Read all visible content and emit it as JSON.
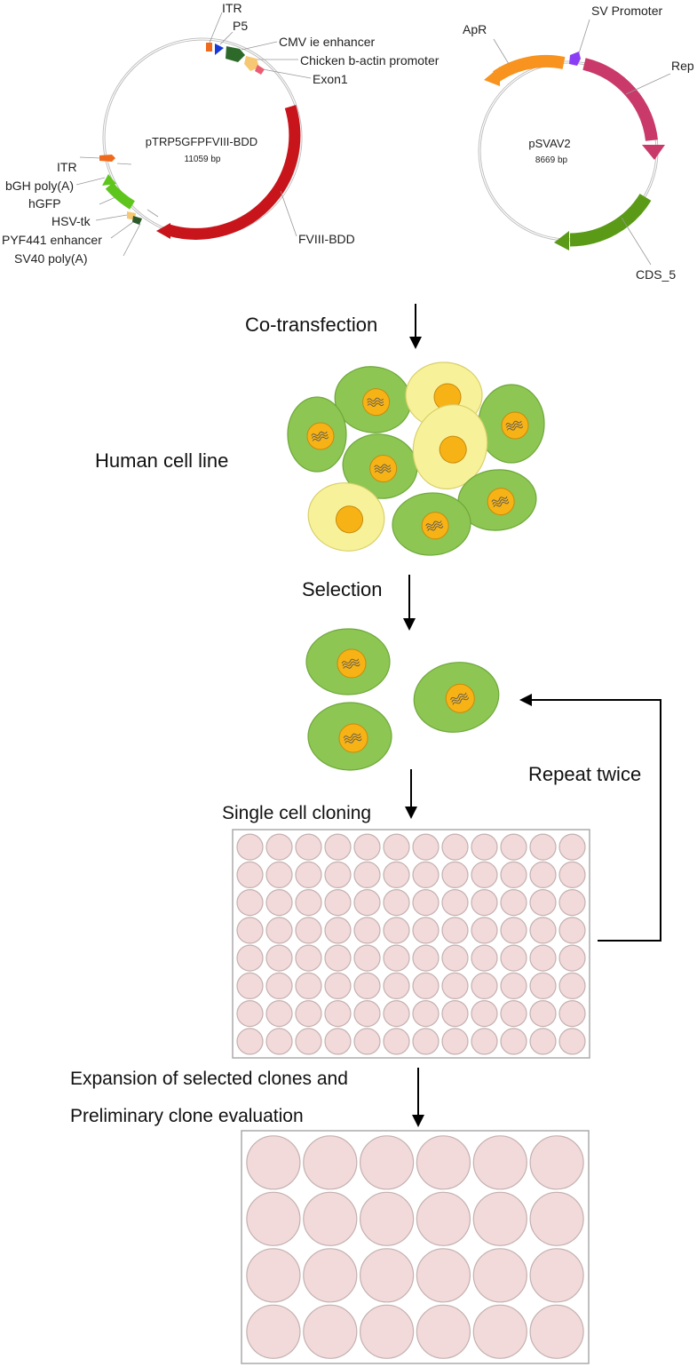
{
  "plasmid_left": {
    "name": "pTRP5GFPFVIII-BDD",
    "size": "11059 bp",
    "features": {
      "itr_top": "ITR",
      "p5": "P5",
      "cmv": "CMV ie enhancer",
      "cba": "Chicken b-actin promoter",
      "exon1": "Exon1",
      "fviii": "FVIII-BDD",
      "itr_left": "ITR",
      "bgh": "bGH poly(A)",
      "hgfp": "hGFP",
      "hsvtk": "HSV-tk",
      "pyf441": "PYF441 enhancer",
      "sv40": "SV40 poly(A)"
    }
  },
  "plasmid_right": {
    "name": "pSVAV2",
    "size": "8669 bp",
    "features": {
      "apr": "ApR",
      "sv_promoter": "SV Promoter",
      "rep": "Rep",
      "cds5": "CDS_5"
    }
  },
  "steps": {
    "cotransfection": "Co-transfection",
    "human_cell_line": "Human cell line",
    "selection": "Selection",
    "repeat_twice": "Repeat twice",
    "single_cell_cloning": "Single cell cloning",
    "expansion_line1": "Expansion of selected clones and",
    "expansion_line2": "Preliminary clone evaluation"
  },
  "plates": {
    "plate96": {
      "rows": 8,
      "cols": 12
    },
    "plate24": {
      "rows": 4,
      "cols": 6
    }
  },
  "colors": {
    "cell_green": "#8dc653",
    "cell_yellow": "#f7f29a",
    "nucleus": "#f7b316",
    "backbone_red": "#c8141b",
    "well_pink": "#f3dada",
    "apr_orange": "#f7931e",
    "rep_magenta": "#c93a6b",
    "cds_green": "#5a9a16",
    "sv_purple": "#8b3df5"
  }
}
